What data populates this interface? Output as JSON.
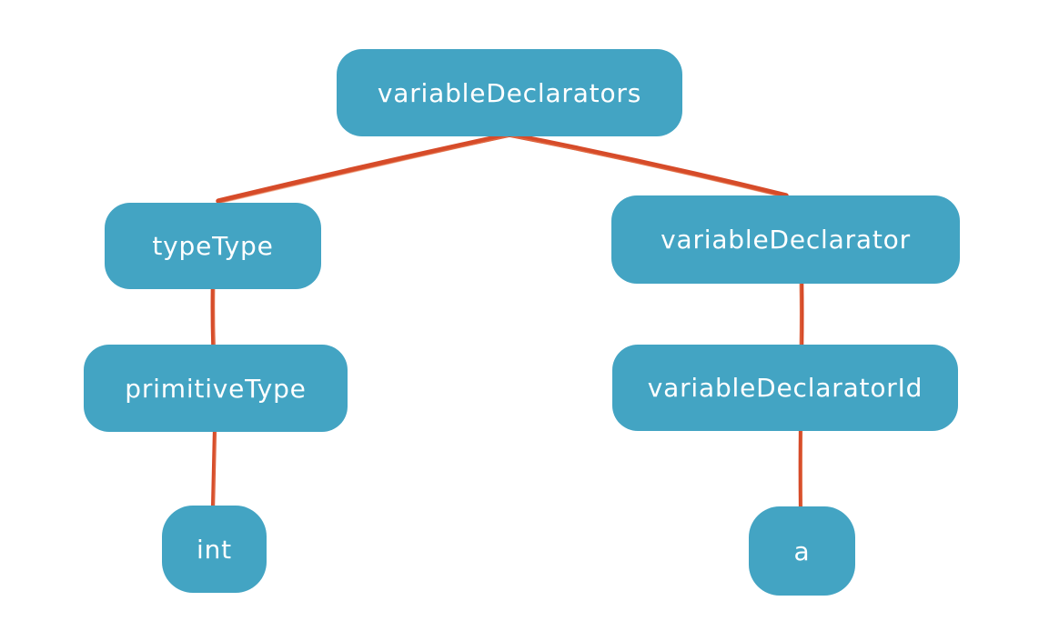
{
  "diagram": {
    "type": "tree",
    "description_of_content": "Parse tree of a variable declaration",
    "nodes": [
      {
        "id": "variableDeclarators",
        "label": "variableDeclarators",
        "parent": null
      },
      {
        "id": "typeType",
        "label": "typeType",
        "parent": "variableDeclarators"
      },
      {
        "id": "variableDeclarator",
        "label": "variableDeclarator",
        "parent": "variableDeclarators"
      },
      {
        "id": "primitiveType",
        "label": "primitiveType",
        "parent": "typeType"
      },
      {
        "id": "variableDeclaratorId",
        "label": "variableDeclaratorId",
        "parent": "variableDeclarator"
      },
      {
        "id": "int",
        "label": "int",
        "parent": "primitiveType"
      },
      {
        "id": "a",
        "label": "a",
        "parent": "variableDeclaratorId"
      }
    ],
    "edges": [
      {
        "from": "variableDeclarators",
        "to": "typeType"
      },
      {
        "from": "variableDeclarators",
        "to": "variableDeclarator"
      },
      {
        "from": "typeType",
        "to": "primitiveType"
      },
      {
        "from": "primitiveType",
        "to": "int"
      },
      {
        "from": "variableDeclarator",
        "to": "variableDeclaratorId"
      },
      {
        "from": "variableDeclaratorId",
        "to": "a"
      }
    ],
    "colors": {
      "node_fill": "#43a4c3",
      "node_text": "#ffffff",
      "edge_stroke": "#d64b29",
      "background": "#ffffff"
    }
  }
}
